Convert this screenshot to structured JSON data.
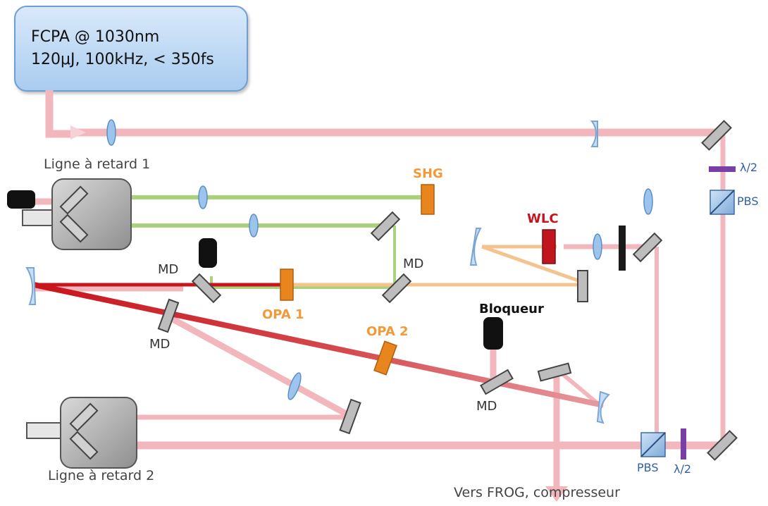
{
  "source": {
    "line1": "FCPA  @ 1030nm",
    "line2": "120μJ, 100kHz, < 350fs"
  },
  "labels": {
    "delay_line_1": "Ligne à retard 1",
    "delay_line_2": "Ligne à retard 2",
    "shg": "SHG",
    "wlc": "WLC",
    "opa1": "OPA 1",
    "opa2": "OPA 2",
    "md": "MD",
    "blocker": "Bloqueur",
    "pbs": "PBS",
    "half_wave": "λ/2",
    "output": "Vers FROG, compresseur"
  },
  "colors": {
    "pump_beam": "#f2b7bd",
    "green_beam": "#a9d27b",
    "orange_beam": "#f4c48e",
    "red_beam": "#cc1f28",
    "lens": "#9cc4ec",
    "crystal_orange": "#e8861d",
    "crystal_red": "#c0151d",
    "mirror": "#bdbdbd",
    "waveplate": "#7a3fa6"
  }
}
